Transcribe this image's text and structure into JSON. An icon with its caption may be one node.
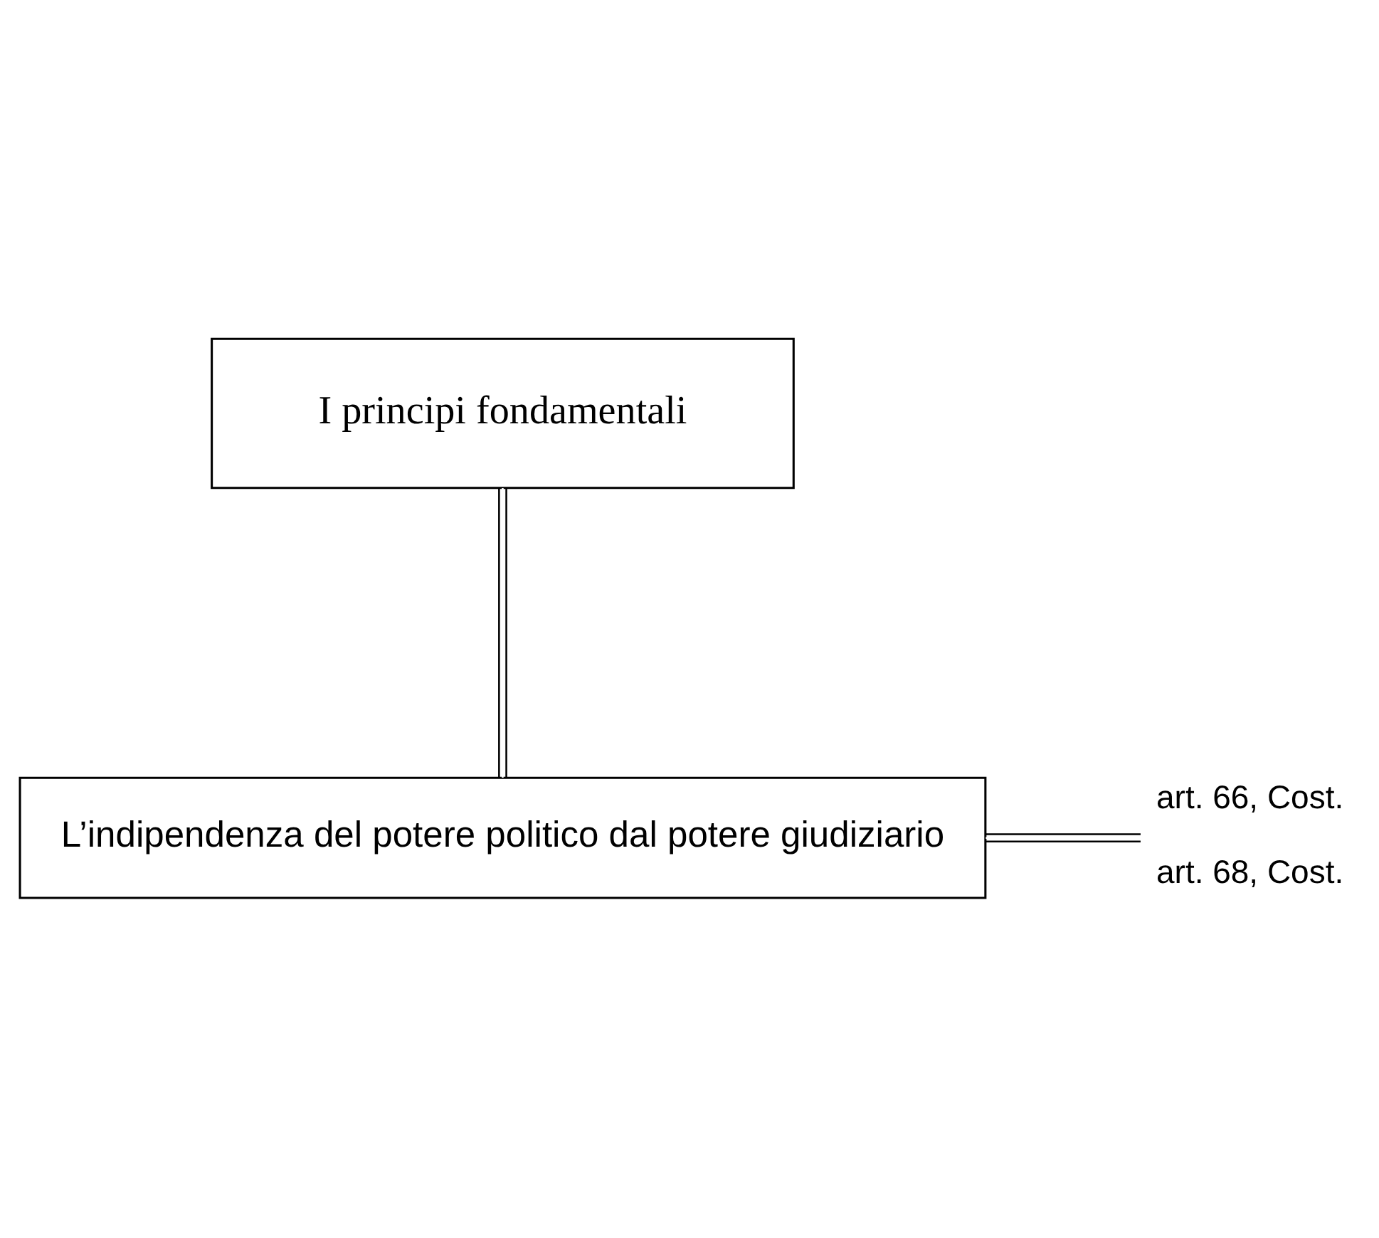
{
  "diagram": {
    "nodes": [
      {
        "text": [
          "I principi fondamentali"
        ]
      },
      {
        "text": [
          "L’indipendenza del potere politico dal potere giudiziario"
        ],
        "beside": [
          "art. 66, Cost.",
          "art. 68, Cost."
        ]
      }
    ],
    "edges": [
      {
        "from": 0,
        "to": 1,
        "arrow": "none"
      }
    ]
  }
}
